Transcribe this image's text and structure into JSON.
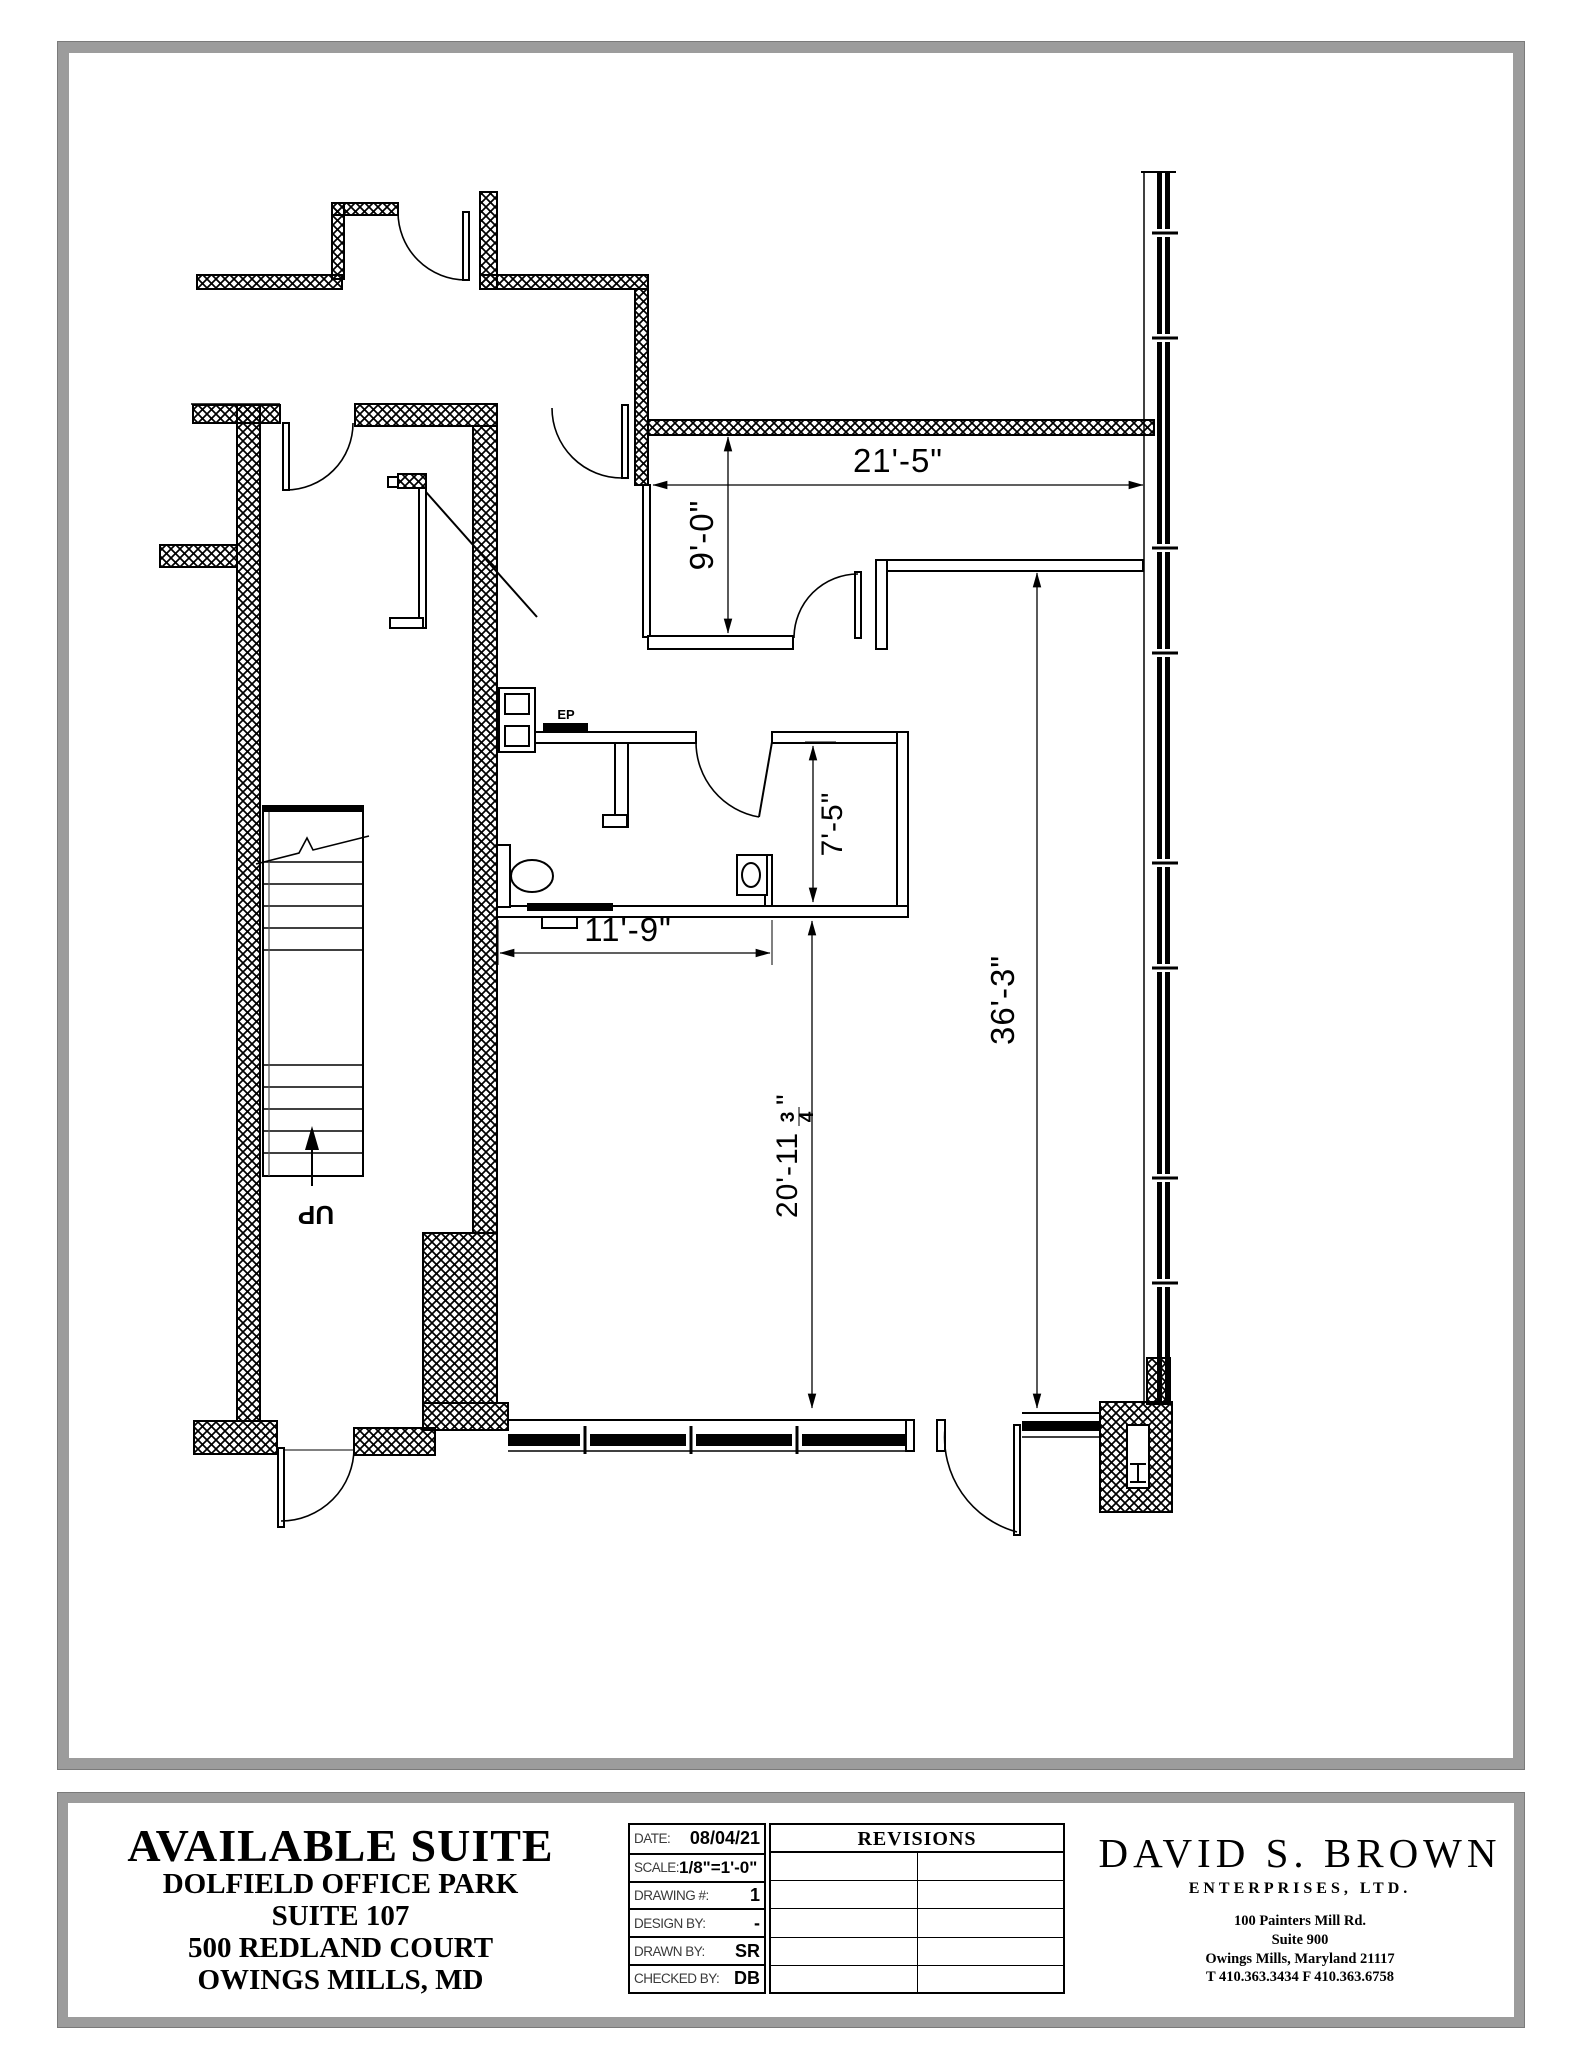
{
  "colors": {
    "frame_gray": "#9c9c9c",
    "line": "#000000"
  },
  "plan": {
    "dims": {
      "corridor_width": "21'-5\"",
      "corridor_depth": "9'-0\"",
      "restroom_depth": "7'-5\"",
      "restroom_width": "11'-9\"",
      "open_area_depth": "36'-3\"",
      "open_area_left": {
        "main": "20'-11",
        "num": "3",
        "den": "4",
        "inch": "\""
      }
    },
    "labels": {
      "up": "UP",
      "panel": "EP"
    }
  },
  "title_block": {
    "suite": {
      "title": "AVAILABLE SUITE",
      "lines": [
        "DOLFIELD OFFICE PARK",
        "SUITE 107",
        "500 REDLAND COURT",
        "OWINGS MILLS, MD"
      ]
    },
    "info": {
      "rows": [
        {
          "label": "DATE:",
          "value": "08/04/21"
        },
        {
          "label": "SCALE:",
          "value": "1/8\"=1'-0\""
        },
        {
          "label": "DRAWING #:",
          "value": "1"
        },
        {
          "label": "DESIGN BY:",
          "value": "-"
        },
        {
          "label": "DRAWN BY:",
          "value": "SR"
        },
        {
          "label": "CHECKED BY:",
          "value": "DB"
        }
      ],
      "revisions_header": "REVISIONS"
    },
    "company": {
      "name": "DAVID S. BROWN",
      "type": "ENTERPRISES, LTD.",
      "address": [
        "100 Painters Mill Rd.",
        "Suite 900",
        "Owings Mills, Maryland 21117",
        "T 410.363.3434 F 410.363.6758"
      ]
    }
  }
}
